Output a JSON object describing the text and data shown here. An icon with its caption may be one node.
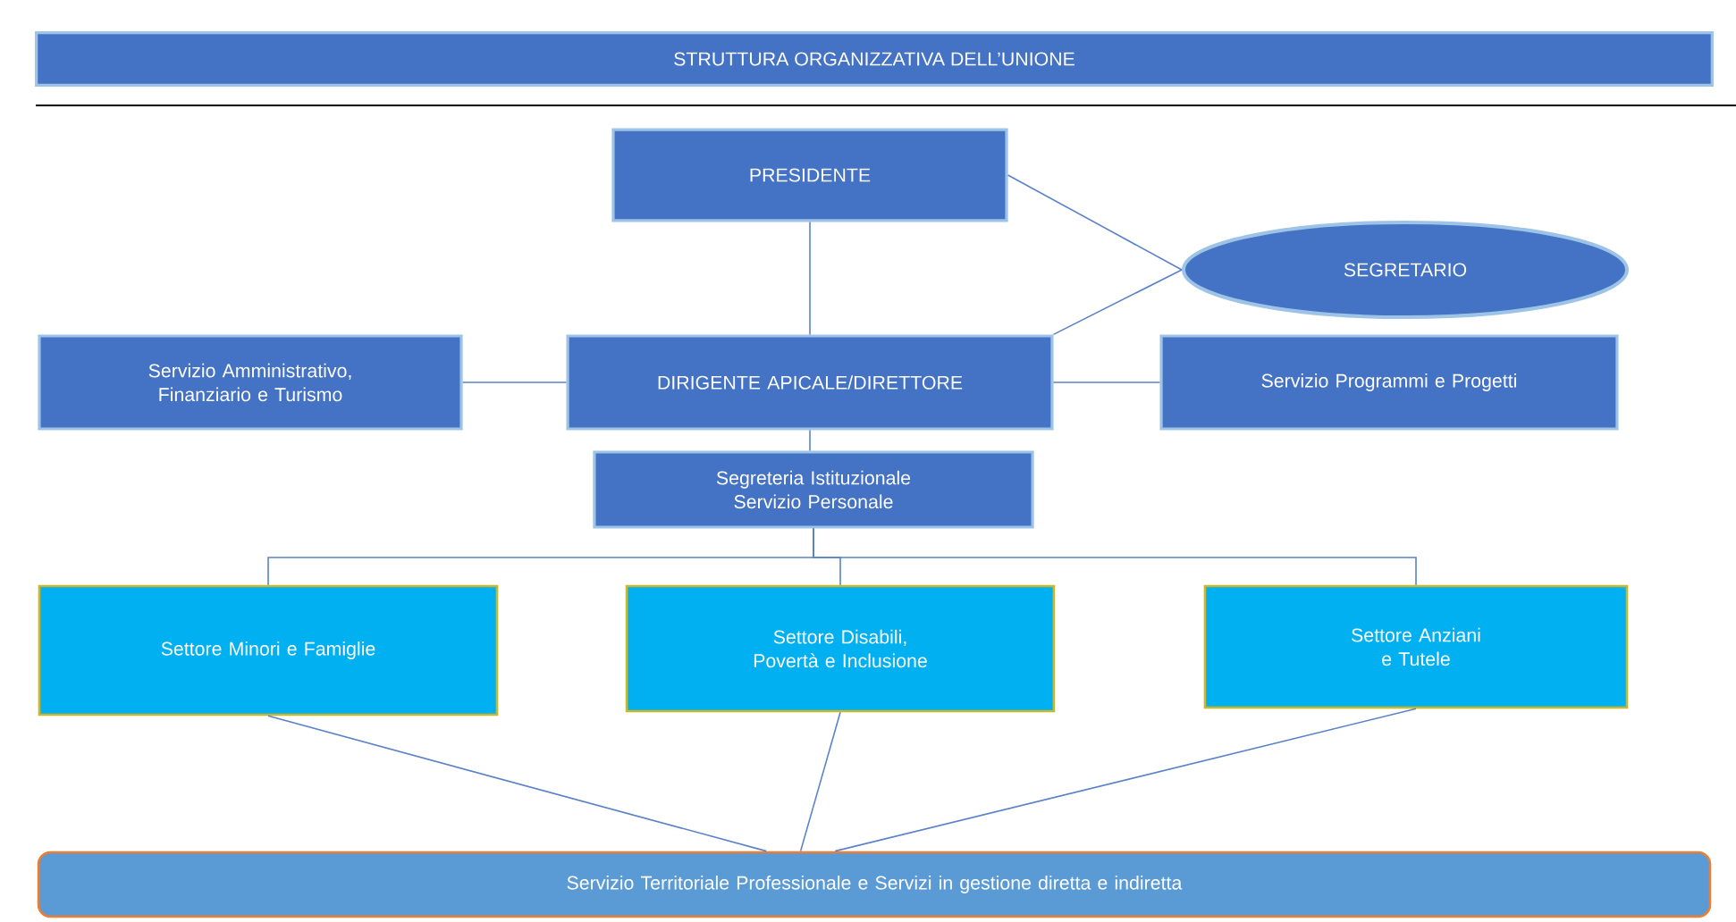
{
  "diagram": {
    "title": "STRUTTURA ORGANIZZATIVA DELL’UNIONE",
    "nodes": [
      {
        "text": [
          "PRESIDENTE"
        ]
      },
      {
        "text": [
          "SEGRETARIO"
        ]
      },
      {
        "text": [
          "Servizio Amministrativo, Finanziario e Turismo"
        ]
      },
      {
        "text": [
          "DIRIGENTE APICALE/DIRETTORE"
        ]
      },
      {
        "text": [
          "Servizio Programmi e Progetti"
        ]
      },
      {
        "text": [
          "Segreteria Istituzionale Servizio Personale"
        ]
      },
      {
        "text": [
          "Settore Minori e Famiglie"
        ]
      },
      {
        "text": [
          "Settore Disabili, Povertà e Inclusione"
        ]
      },
      {
        "text": [
          "Settore Anziani e Tutele"
        ]
      },
      {
        "text": [
          "Servizio Territoriale Professionale e Servizi in gestione diretta e indiretta"
        ]
      }
    ],
    "edges": [
      {
        "from": 0,
        "to": 3,
        "arrow": "none"
      },
      {
        "from": 0,
        "to": 1,
        "arrow": "none"
      },
      {
        "from": 1,
        "to": 3,
        "arrow": "none"
      },
      {
        "from": 2,
        "to": 3,
        "arrow": "none"
      },
      {
        "from": 3,
        "to": 4,
        "arrow": "none"
      },
      {
        "from": 3,
        "to": 5,
        "arrow": "none"
      },
      {
        "from": 5,
        "to": 6,
        "arrow": "none"
      },
      {
        "from": 5,
        "to": 7,
        "arrow": "none"
      },
      {
        "from": 5,
        "to": 8,
        "arrow": "none"
      },
      {
        "from": 6,
        "to": 9,
        "arrow": "none"
      },
      {
        "from": 7,
        "to": 9,
        "arrow": "none"
      },
      {
        "from": 8,
        "to": 9,
        "arrow": "none"
      }
    ]
  }
}
